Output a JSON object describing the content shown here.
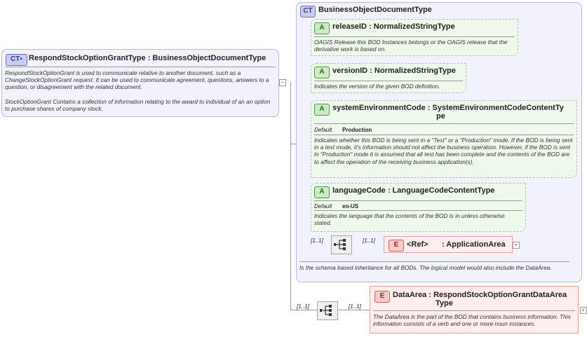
{
  "colors": {
    "ct_tag": "#c9ccf2",
    "attr_tag": "#c9ecc4",
    "elem_tag": "#f9caca",
    "ct_bg": "#f2f2fc",
    "attr_bg": "#eef9ec",
    "elem_bg": "#fdeeee"
  },
  "main_type": {
    "tag": "CT",
    "title": "RespondStockOptionGrantType : BusinessObjectDocumentType",
    "desc1": "RespondStockOptionGrant is used to communicate relative to another document, such as a ChangeStockOptionGrant request. It can be used to communicate agreement, questions, answers to a question, or disagreement with the related document.",
    "desc2": "StockOptionGrant  Contains a collection of information relating to the award to individual of an an option to purchase shares of company stock."
  },
  "base_type": {
    "tag": "CT",
    "title": "BusinessObjectDocumentType",
    "desc": "Is the schema based inheritance for all BODs. The logical model would also include the DataArea."
  },
  "attributes": [
    {
      "tag": "A",
      "title": "releaseID : NormalizedStringType",
      "desc": "OAGIS Release this BOD Instances belongs or the OAGIS release that the derivative work is based on."
    },
    {
      "tag": "A",
      "title": "versionID : NormalizedStringType",
      "desc": "Indicates the version of the given BOD definition."
    },
    {
      "tag": "A",
      "title1": "systemEnvironmentCode : SystemEnvironmentCodeContentTy",
      "title2": "pe",
      "default_label": "Default",
      "default_value": "Production",
      "desc": "Indicates whether this BOD is being sent in a \"Test\" or a \"Production\" mode. If the BOD is being sent in a test mode, it's information should not affect the business operation. However, if the BOD is sent in \"Production\" mode it is assumed that all test has been complete and the contents of the BOD are to affect the operation of the receiving business application(s)."
    },
    {
      "tag": "A",
      "title": "languageCode : LanguageCodeContentType",
      "default_label": "Default",
      "default_value": "en-US",
      "desc": "Indicates the language that the contents of the BOD is in unless otherwise stated."
    }
  ],
  "application_area": {
    "tag": "E",
    "ref": "<Ref>",
    "title": ": ApplicationArea",
    "mult_seq": "[1..1]",
    "mult_elem": "[1..1]"
  },
  "data_area": {
    "tag": "E",
    "title1": "DataArea : RespondStockOptionGrantDataArea",
    "title2": "Type",
    "desc": "The DataArea is the part of the BOD that contains business information. This information consists of a verb and one or more noun instances.",
    "mult_seq": "[1..1]",
    "mult_elem": "[1..1]"
  },
  "icons": {
    "collapse": "minus-icon",
    "expand": "plus-icon",
    "sequence": "sequence-icon",
    "ct_badge": "complex-type-icon"
  }
}
